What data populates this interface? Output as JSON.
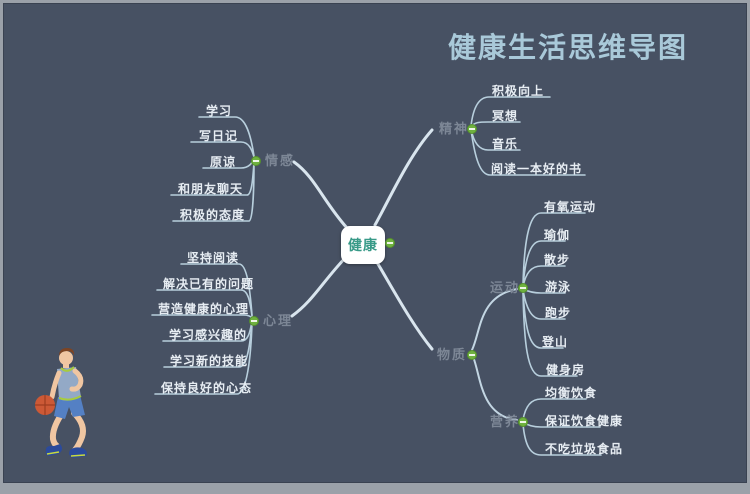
{
  "title": "健康生活思维导图",
  "center": {
    "label": "健康"
  },
  "branches": {
    "emotion": {
      "label": "情感",
      "children": [
        "学习",
        "写日记",
        "原谅",
        "和朋友聊天",
        "积极的态度"
      ]
    },
    "spirit": {
      "label": "精神",
      "children": [
        "积极向上",
        "冥想",
        "音乐",
        "阅读一本好的书"
      ]
    },
    "mind": {
      "label": "心理",
      "children": [
        "坚持阅读",
        "解决已有的问题",
        "营造健康的心理",
        "学习感兴趣的",
        "学习新的技能",
        "保持良好的心态"
      ]
    },
    "material": {
      "label": "物质"
    },
    "exercise": {
      "label": "运动",
      "children": [
        "有氧运动",
        "瑜伽",
        "散步",
        "游泳",
        "跑步",
        "登山",
        "健身房"
      ]
    },
    "nutrition": {
      "label": "营养",
      "children": [
        "均衡饮食",
        "保证饮食健康",
        "不吃垃圾食品"
      ]
    }
  },
  "icons": {
    "collapse": "minus-circle"
  },
  "illustration": {
    "name": "basketball-player"
  },
  "colors": {
    "background": "#475163",
    "frame": "#9ba1a9",
    "title": "#a9c9d9",
    "branch_label": "#7d8796",
    "leaf_label": "#e7edf3",
    "center_text": "#389a88",
    "node_bg": "#ffffff",
    "line_main": "#d9e5ee",
    "line_child": "#b8cfdd",
    "collapse_green": "#6fb13f"
  }
}
